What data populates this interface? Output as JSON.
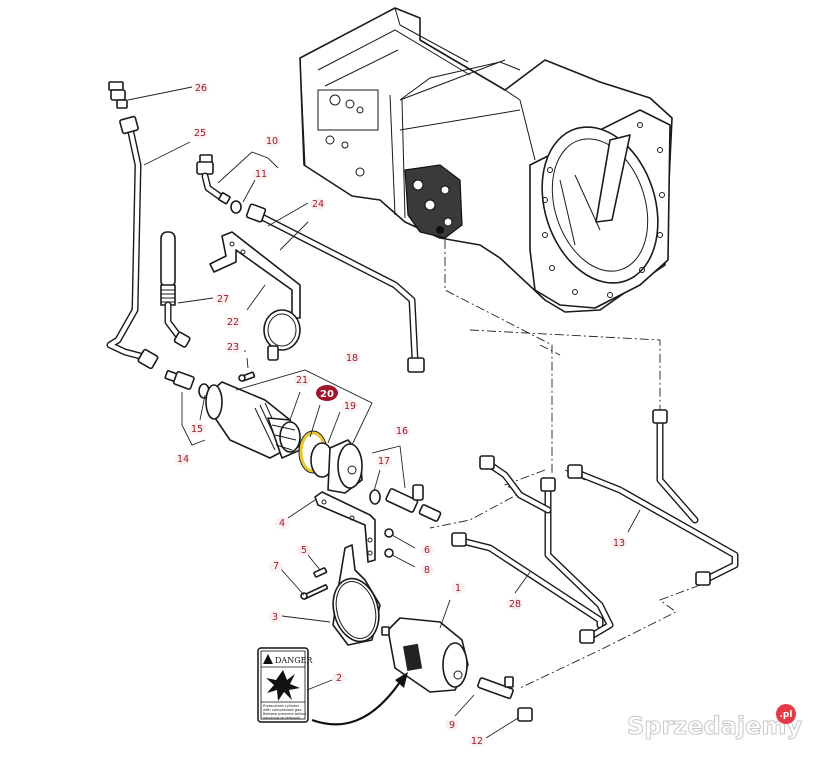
{
  "diagram": {
    "title": "Transmission hydraulic filter and accumulator assembly",
    "highlight_color": "#a3142a",
    "highlight_part_color": "#e8c82c",
    "label_color": "#9a1b2a",
    "callouts": [
      {
        "id": "1",
        "text": "1"
      },
      {
        "id": "2",
        "text": "2"
      },
      {
        "id": "3",
        "text": "3"
      },
      {
        "id": "4",
        "text": "4"
      },
      {
        "id": "5",
        "text": "5"
      },
      {
        "id": "6",
        "text": "6"
      },
      {
        "id": "7",
        "text": "7"
      },
      {
        "id": "8",
        "text": "8"
      },
      {
        "id": "9",
        "text": "9"
      },
      {
        "id": "10",
        "text": "10"
      },
      {
        "id": "11",
        "text": "11"
      },
      {
        "id": "12",
        "text": "12"
      },
      {
        "id": "13",
        "text": "13"
      },
      {
        "id": "14",
        "text": "14"
      },
      {
        "id": "15",
        "text": "15"
      },
      {
        "id": "16",
        "text": "16"
      },
      {
        "id": "17",
        "text": "17"
      },
      {
        "id": "18",
        "text": "18"
      },
      {
        "id": "19",
        "text": "19"
      },
      {
        "id": "20",
        "text": "20",
        "highlighted": true
      },
      {
        "id": "21",
        "text": "21"
      },
      {
        "id": "22",
        "text": "22"
      },
      {
        "id": "23",
        "text": "23"
      },
      {
        "id": "24",
        "text": "24"
      },
      {
        "id": "25",
        "text": "25"
      },
      {
        "id": "26",
        "text": "26"
      },
      {
        "id": "27",
        "text": "27"
      },
      {
        "id": "28",
        "text": "28"
      }
    ],
    "danger_label": {
      "title": "DANGER",
      "icon": "explosion-icon",
      "text_lines": [
        "Pressurized cylinder",
        "with compressed gas.",
        "Release pressure before",
        "servicing or removal."
      ]
    }
  },
  "watermark": {
    "brand": "Sprzedajemy",
    "badge": ".pl"
  }
}
